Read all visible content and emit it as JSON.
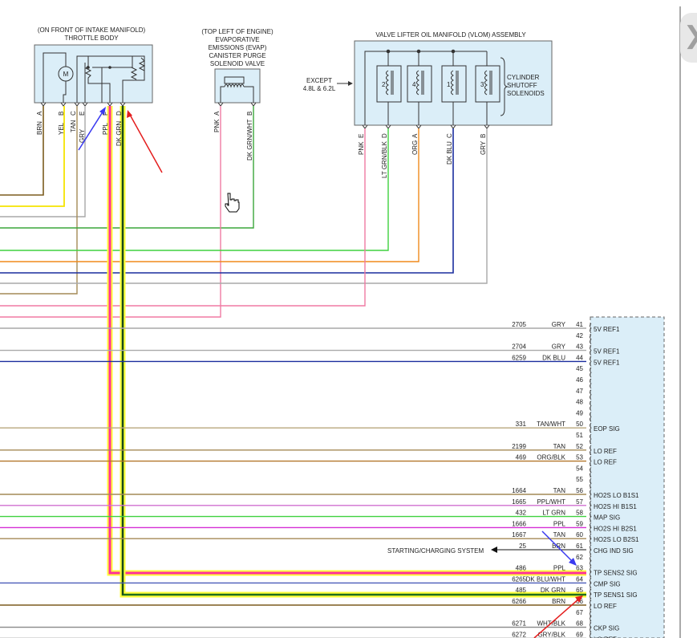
{
  "colors": {
    "brn": "#7b5c1e",
    "yel": "#f5e400",
    "tan": "#a48a56",
    "gry": "#a9a9a9",
    "ppl": "#d62fd6",
    "dkgrn": "#1f6e1f",
    "pnk": "#f07aa3",
    "dkgrnwht": "#3aa63a",
    "ltgrnblk": "#3fd13f",
    "org": "#f08a1c",
    "dkblu": "#1a2d9e",
    "blkline": "#111111",
    "highlight_pink": "#ff2f9b",
    "highlight_yellow": "#ffff3a",
    "module_fill": "#dbeef8"
  },
  "throttle": {
    "title_line1": "(ON FRONT OF INTAKE MANIFOLD)",
    "title_line2": "THROTTLE BODY",
    "motor": "M",
    "pins": [
      {
        "label": "BRN",
        "pin": "A"
      },
      {
        "label": "YEL",
        "pin": "B"
      },
      {
        "label": "TAN",
        "pin": "C"
      },
      {
        "label": "GRY",
        "pin": "E"
      },
      {
        "label": "PPL",
        "pin": "F"
      },
      {
        "label": "DK GRN",
        "pin": "D"
      }
    ]
  },
  "evap": {
    "title_lines": [
      "(TOP LEFT OF ENGINE)",
      "EVAPORATIVE",
      "EMISSIONS (EVAP)",
      "CANISTER PURGE",
      "SOLENOID VALVE"
    ],
    "pins": [
      {
        "label": "PNK",
        "pin": "A"
      },
      {
        "label": "DK GRN/WHT",
        "pin": "B"
      }
    ]
  },
  "vlom": {
    "title": "VALVE LIFTER OIL MANIFOLD (VLOM) ASSEMBLY",
    "except_lines": [
      "EXCEPT",
      "4.8L & 6.2L"
    ],
    "solenoids": [
      "2",
      "4",
      "1",
      "3"
    ],
    "side_label": [
      "CYLINDER",
      "SHUTOFF",
      "SOLENOIDS"
    ],
    "pins": [
      {
        "label": "PNK",
        "pin": "E"
      },
      {
        "label": "LT GRN/BLK",
        "pin": "D"
      },
      {
        "label": "ORG",
        "pin": "A"
      },
      {
        "label": "DK BLU",
        "pin": "C"
      },
      {
        "label": "GRY",
        "pin": "B"
      }
    ]
  },
  "pcm_rows": [
    {
      "circuit": "2705",
      "color": "GRY",
      "pin": "41",
      "signal": "5V REF1"
    },
    {
      "circuit": "",
      "color": "",
      "pin": "42",
      "signal": ""
    },
    {
      "circuit": "2704",
      "color": "GRY",
      "pin": "43",
      "signal": "5V REF1"
    },
    {
      "circuit": "6259",
      "color": "DK BLU",
      "pin": "44",
      "signal": "5V REF1"
    },
    {
      "circuit": "",
      "color": "",
      "pin": "45",
      "signal": ""
    },
    {
      "circuit": "",
      "color": "",
      "pin": "46",
      "signal": ""
    },
    {
      "circuit": "",
      "color": "",
      "pin": "47",
      "signal": ""
    },
    {
      "circuit": "",
      "color": "",
      "pin": "48",
      "signal": ""
    },
    {
      "circuit": "",
      "color": "",
      "pin": "49",
      "signal": ""
    },
    {
      "circuit": "331",
      "color": "TAN/WHT",
      "pin": "50",
      "signal": "EOP SIG"
    },
    {
      "circuit": "",
      "color": "",
      "pin": "51",
      "signal": ""
    },
    {
      "circuit": "2199",
      "color": "TAN",
      "pin": "52",
      "signal": "LO REF"
    },
    {
      "circuit": "469",
      "color": "ORG/BLK",
      "pin": "53",
      "signal": "LO REF"
    },
    {
      "circuit": "",
      "color": "",
      "pin": "54",
      "signal": ""
    },
    {
      "circuit": "",
      "color": "",
      "pin": "55",
      "signal": ""
    },
    {
      "circuit": "1664",
      "color": "TAN",
      "pin": "56",
      "signal": "HO2S LO B1S1"
    },
    {
      "circuit": "1665",
      "color": "PPL/WHT",
      "pin": "57",
      "signal": "HO2S HI B1S1"
    },
    {
      "circuit": "432",
      "color": "LT GRN",
      "pin": "58",
      "signal": "MAP SIG"
    },
    {
      "circuit": "1666",
      "color": "PPL",
      "pin": "59",
      "signal": "HO2S HI B2S1"
    },
    {
      "circuit": "1667",
      "color": "TAN",
      "pin": "60",
      "signal": "HO2S LO B2S1"
    },
    {
      "circuit": "25",
      "color": "BRN",
      "pin": "61",
      "signal": "CHG IND SIG"
    },
    {
      "circuit": "",
      "color": "",
      "pin": "62",
      "signal": ""
    },
    {
      "circuit": "486",
      "color": "PPL",
      "pin": "63",
      "signal": "TP SENS2 SIG"
    },
    {
      "circuit": "6265",
      "color": "DK BLU/WHT",
      "pin": "64",
      "signal": "CMP SIG"
    },
    {
      "circuit": "485",
      "color": "DK GRN",
      "pin": "65",
      "signal": "TP SENS1 SIG"
    },
    {
      "circuit": "6266",
      "color": "BRN",
      "pin": "66",
      "signal": "LO REF"
    },
    {
      "circuit": "",
      "color": "",
      "pin": "67",
      "signal": ""
    },
    {
      "circuit": "6271",
      "color": "WHT/BLK",
      "pin": "68",
      "signal": "CKP SIG"
    },
    {
      "circuit": "6272",
      "color": "GRY/BLK",
      "pin": "69",
      "signal": "LO REF"
    }
  ],
  "starting_charging": "STARTING/CHARGING SYSTEM",
  "nav_arrow": "❯"
}
